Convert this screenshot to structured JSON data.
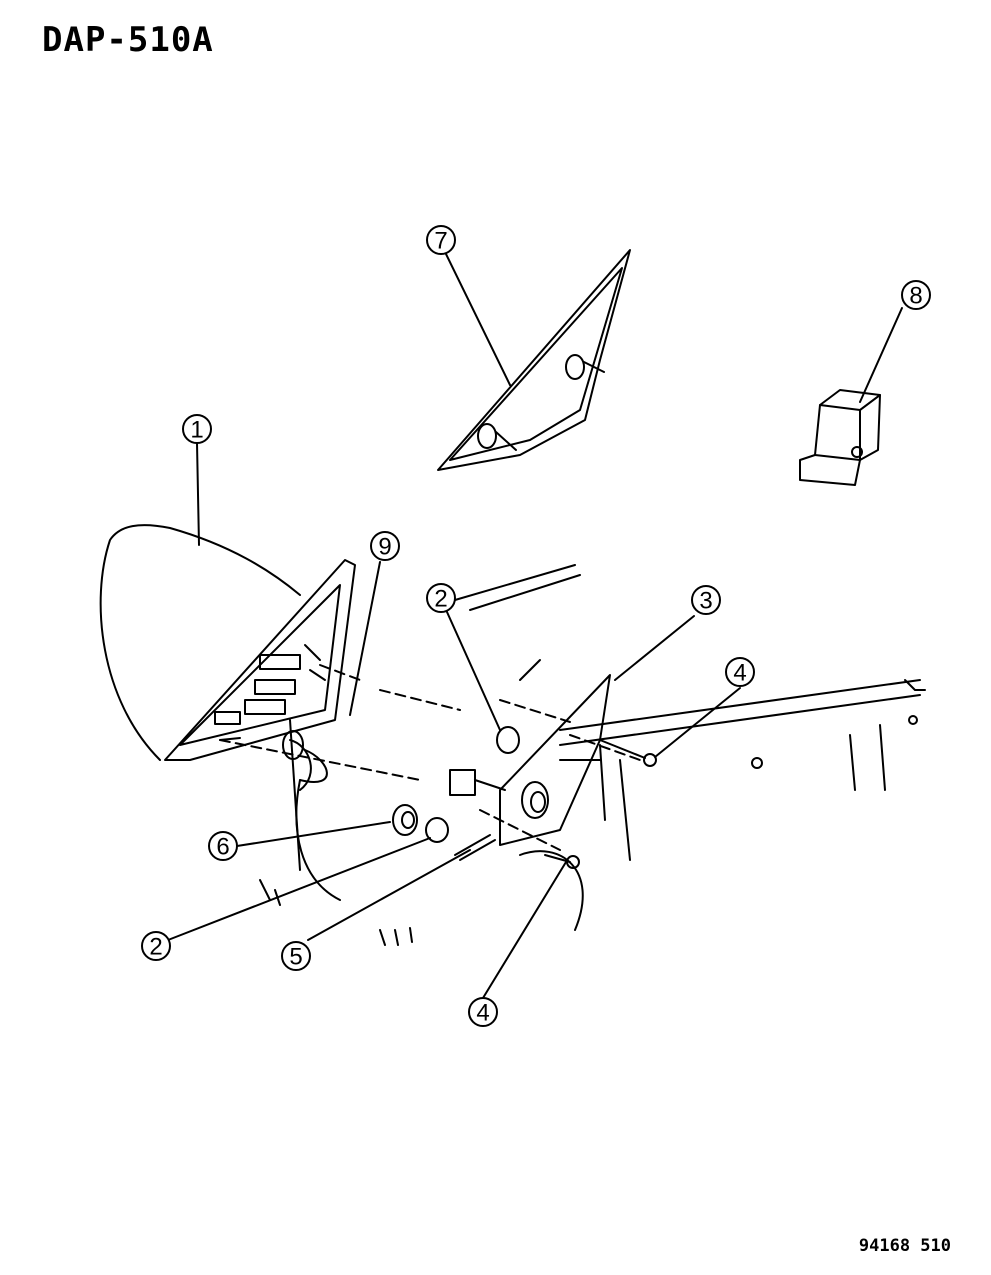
{
  "diagram_code": "DAP-510A",
  "reference_number": "94168 510",
  "callouts": [
    "1",
    "2",
    "3",
    "4",
    "5",
    "6",
    "7",
    "8",
    "9"
  ]
}
